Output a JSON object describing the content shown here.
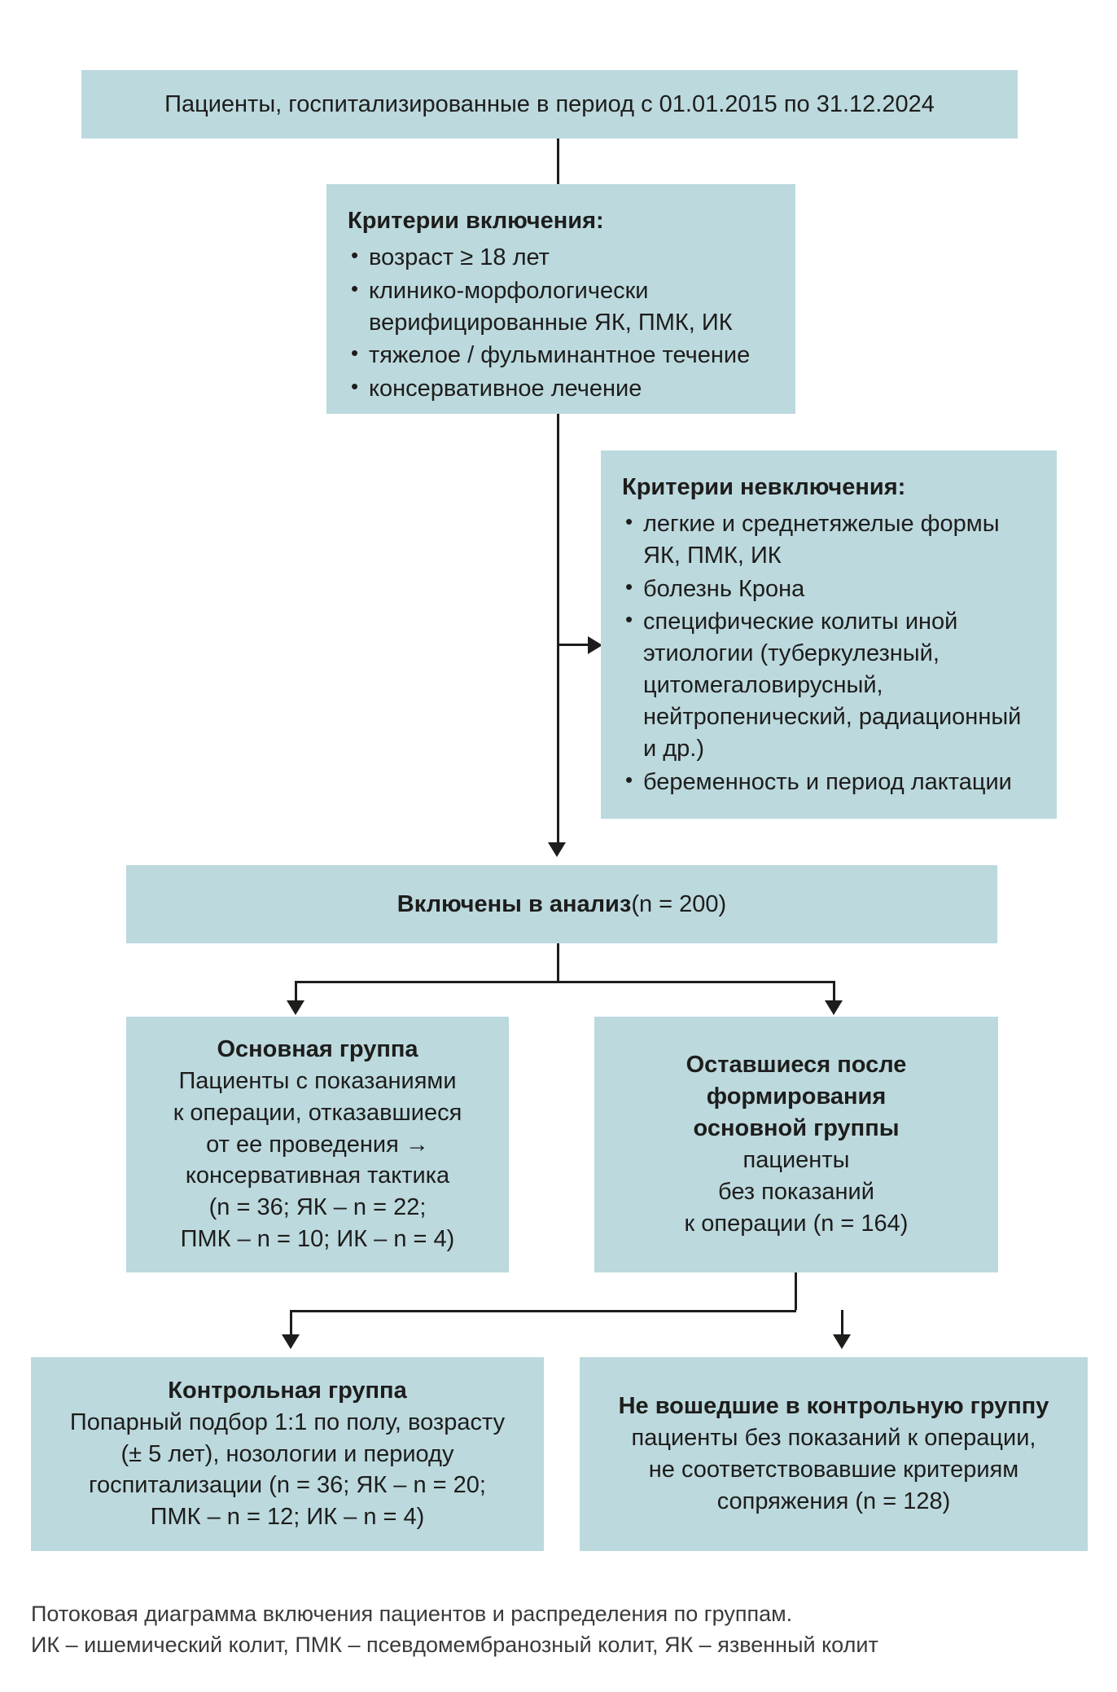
{
  "colors": {
    "box_fill": "#bcd9de",
    "text": "#1d1d1b",
    "connector": "#1d1d1b",
    "background": "#ffffff"
  },
  "flow": {
    "source_box": {
      "text": "Пациенты, госпитализированные в период с 01.01.2015 по 31.12.2024"
    },
    "inclusion_box": {
      "heading": "Критерии включения:",
      "items": [
        "возраст ≥ 18 лет",
        "клинико-морфологически верифицированные ЯК, ПМК, ИК",
        "тяжелое / фульминантное течение",
        "консервативное лечение"
      ]
    },
    "exclusion_box": {
      "heading": "Критерии невключения:",
      "items": [
        "легкие и среднетяжелые формы ЯК, ПМК, ИК",
        "болезнь Крона",
        "специфические колиты иной этиологии (туберкулезный, цитомегаловирусный, нейтропенический, радиационный и др.)",
        "беременность и период лактации"
      ]
    },
    "included_box": {
      "bold_part": "Включены в анализ ",
      "plain_part": "(n = 200)"
    },
    "main_group_box": {
      "heading": "Основная группа",
      "lines": [
        "Пациенты с показаниями",
        "к операции, отказавшиеся",
        "от ее проведения →",
        "консервативная тактика",
        "(n = 36; ЯК – n = 22;",
        "ПМК – n = 10; ИК – n = 4)"
      ]
    },
    "remaining_box": {
      "heading_lines": [
        "Оставшиеся после",
        "формирования",
        "основной группы"
      ],
      "lines": [
        "пациенты",
        "без показаний",
        "к операции (n = 164)"
      ]
    },
    "control_group_box": {
      "heading": "Контрольная группа",
      "lines": [
        "Попарный подбор 1:1 по полу, возрасту",
        "(± 5 лет), нозологии и периоду",
        "госпитализации (n = 36; ЯК – n = 20;",
        "ПМК – n = 12; ИК – n = 4)"
      ]
    },
    "excluded_control_box": {
      "heading": "Не вошедшие в контрольную группу",
      "lines": [
        "пациенты без показаний к операции,",
        "не соответствовавшие критериям",
        "сопряжения (n = 128)"
      ]
    }
  },
  "caption": {
    "line1": "Потоковая диаграмма включения пациентов и распределения по группам.",
    "line2": "ИК – ишемический колит, ПМК – псевдомембранозный колит, ЯК – язвенный колит"
  }
}
